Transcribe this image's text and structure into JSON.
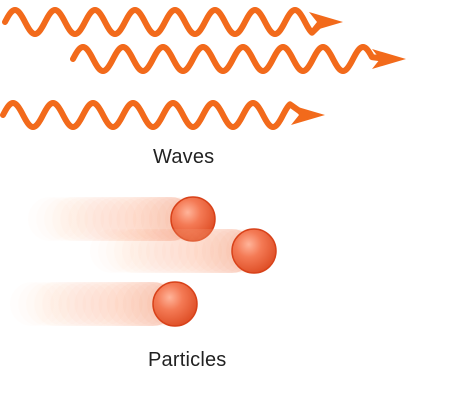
{
  "labels": {
    "waves": "Waves",
    "particles": "Particles"
  },
  "colors": {
    "wave": "#f26a1b",
    "particle_fill": "#f47a55",
    "particle_edge": "#d8421a",
    "particle_highlight": "#ffb49a",
    "trail": "#f7a47f"
  },
  "items": {
    "waves": [
      "wave-1",
      "wave-2",
      "wave-3"
    ],
    "particles": [
      "particle-1",
      "particle-2",
      "particle-3"
    ]
  }
}
